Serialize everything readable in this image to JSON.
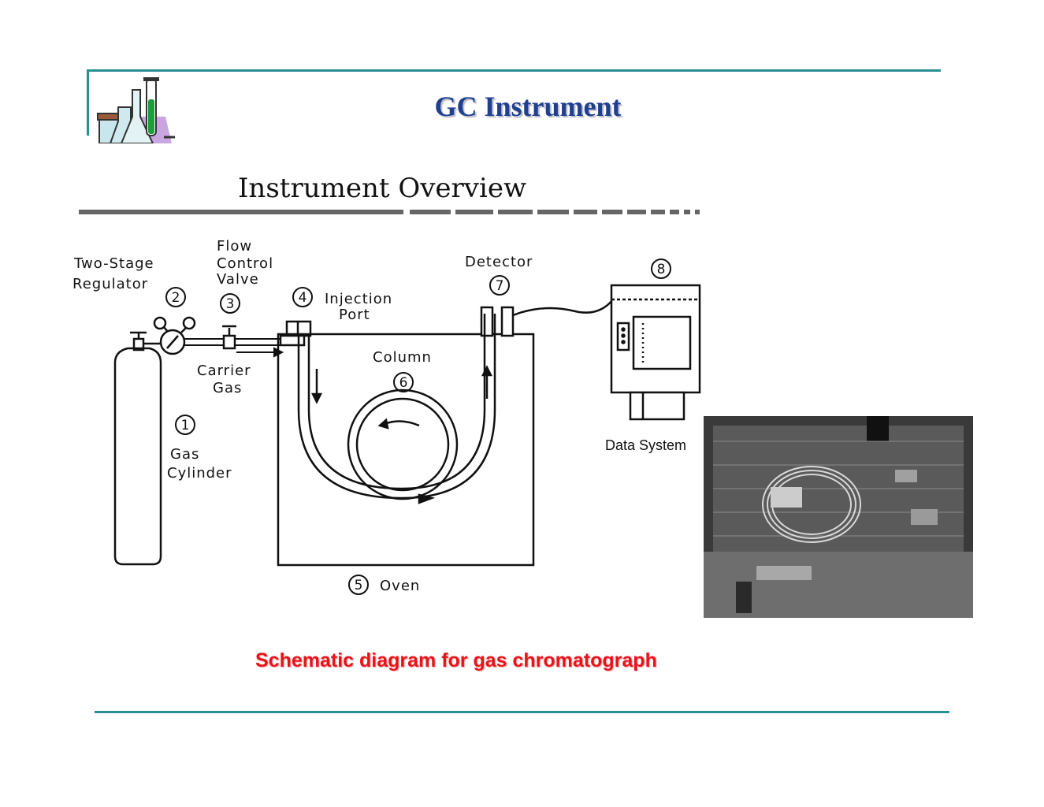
{
  "slide": {
    "title": "GC Instrument",
    "caption": "Schematic diagram for gas chromatograph"
  },
  "diagram": {
    "heading": "Instrument Overview",
    "labels": {
      "regulator_1": "Two-Stage",
      "regulator_2": "Regulator",
      "flow_1": "Flow",
      "flow_2": "Control",
      "flow_3": "Valve",
      "injection_1": "Injection",
      "injection_2": "Port",
      "detector": "Detector",
      "carrier_1": "Carrier",
      "carrier_2": "Gas",
      "column": "Column",
      "gas_1": "Gas",
      "gas_2": "Cylinder",
      "oven": "Oven",
      "data_system": "Data System"
    },
    "numbers": {
      "n1": "1",
      "n2": "2",
      "n3": "3",
      "n4": "4",
      "n5": "5",
      "n6": "6",
      "n7": "7",
      "n8": "8"
    }
  },
  "icons": [
    "lab-glassware-icon"
  ],
  "colors": {
    "accent": "#2a8f94",
    "title": "#1f3f8f",
    "caption": "#e8141b"
  }
}
